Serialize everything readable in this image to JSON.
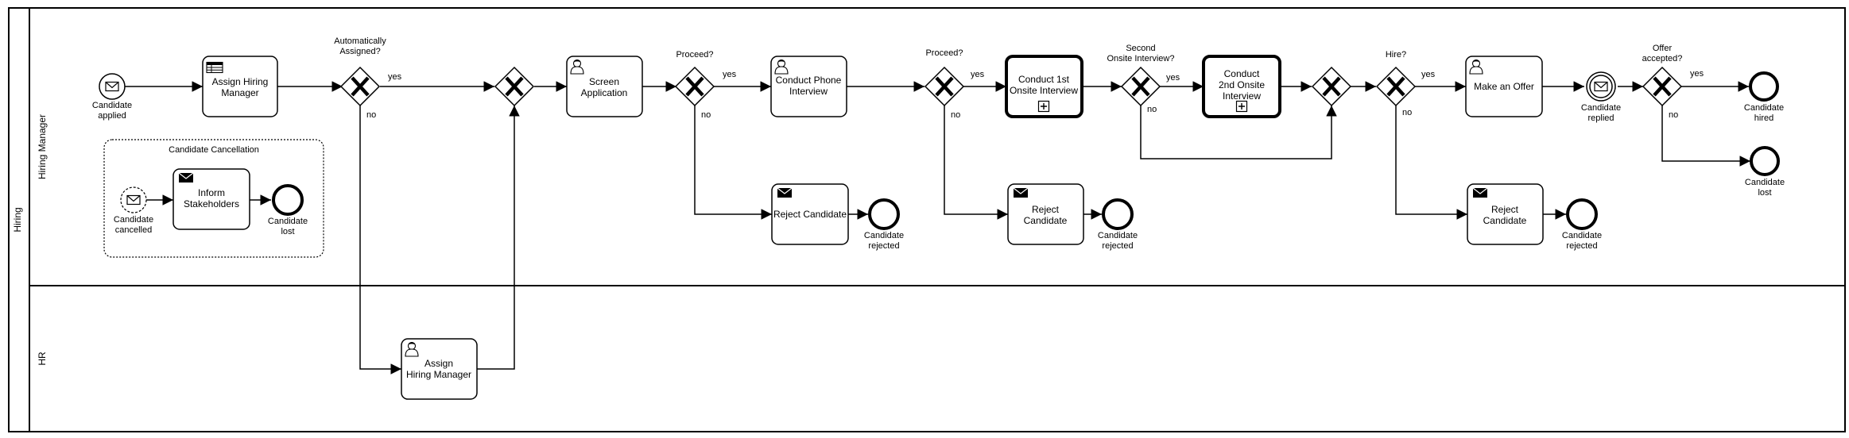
{
  "pool": {
    "label": "Hiring"
  },
  "lanes": {
    "hiring_manager": "Hiring Manager",
    "hr": "HR"
  },
  "subprocess": {
    "title": "Candidate Cancellation"
  },
  "tasks": {
    "assign_hiring_manager": [
      "Assign Hiring",
      "Manager"
    ],
    "screen_application": [
      "Screen",
      "Application"
    ],
    "conduct_phone_interview": [
      "Conduct Phone",
      "Interview"
    ],
    "conduct_1st_onsite": [
      "Conduct 1st",
      "Onsite Interview"
    ],
    "conduct_2nd_onsite": [
      "Conduct",
      "2nd Onsite",
      "Interview"
    ],
    "make_an_offer": [
      "Make an Offer"
    ],
    "inform_stakeholders": [
      "Inform",
      "Stakeholders"
    ],
    "reject_candidate_1": [
      "Reject Candidate"
    ],
    "reject_candidate_2": [
      "Reject",
      "Candidate"
    ],
    "reject_candidate_3": [
      "Reject",
      "Candidate"
    ],
    "hr_assign_hiring_manager": [
      "Assign",
      "Hiring Manager"
    ]
  },
  "events": {
    "candidate_applied": [
      "Candidate",
      "applied"
    ],
    "candidate_cancelled": [
      "Candidate",
      "cancelled"
    ],
    "candidate_lost_sub": [
      "Candidate",
      "lost"
    ],
    "candidate_rejected_1": [
      "Candidate",
      "rejected"
    ],
    "candidate_rejected_2": [
      "Candidate",
      "rejected"
    ],
    "candidate_rejected_3": [
      "Candidate",
      "rejected"
    ],
    "candidate_replied": [
      "Candidate",
      "replied"
    ],
    "candidate_hired": [
      "Candidate",
      "hired"
    ],
    "candidate_lost": [
      "Candidate",
      "lost"
    ]
  },
  "gateways": {
    "auto_assigned": [
      "Automatically",
      "Assigned?"
    ],
    "proceed_1": [
      "Proceed?"
    ],
    "proceed_2": [
      "Proceed?"
    ],
    "second_onsite": [
      "Second",
      "Onsite Interview?"
    ],
    "hire": [
      "Hire?"
    ],
    "offer_accepted": [
      "Offer",
      "accepted?"
    ]
  },
  "flow_labels": {
    "yes": "yes",
    "no": "no"
  }
}
